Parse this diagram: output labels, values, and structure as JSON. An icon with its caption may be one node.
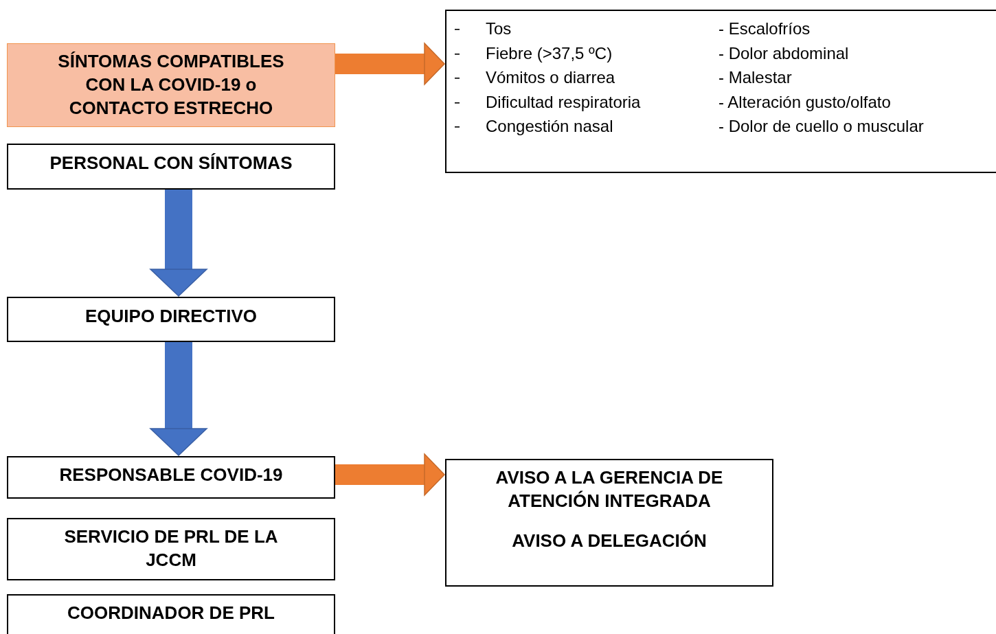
{
  "diagram": {
    "nodes": [
      {
        "text": [
          "SÍNTOMAS COMPATIBLES CON LA COVID-19 o CONTACTO ESTRECHO"
        ]
      },
      {
        "text": [
          "Tos",
          "Fiebre (>37,5 ºC)",
          "Vómitos o diarrea",
          "Dificultad respiratoria",
          "Congestión nasal",
          "- Escalofríos",
          "- Dolor abdominal",
          "- Malestar",
          "- Alteración gusto/olfato",
          "- Dolor de cuello o muscular"
        ]
      },
      {
        "text": [
          "PERSONAL CON SÍNTOMAS"
        ]
      },
      {
        "text": [
          "EQUIPO DIRECTIVO"
        ]
      },
      {
        "text": [
          "RESPONSABLE COVID-19"
        ]
      },
      {
        "text": [
          "SERVICIO DE PRL DE LA JCCM"
        ]
      },
      {
        "text": [
          "COORDINADOR DE PRL"
        ]
      },
      {
        "text": [
          "AVISO A LA GERENCIA DE ATENCIÓN INTEGRADA",
          "AVISO A DELEGACIÓN"
        ]
      }
    ],
    "edges": [
      {
        "from": 0,
        "to": 1,
        "arrow": "to",
        "color": "#ed7d31"
      },
      {
        "from": 2,
        "to": 3,
        "arrow": "to",
        "color": "#4472c4"
      },
      {
        "from": 3,
        "to": 4,
        "arrow": "to",
        "color": "#4472c4"
      },
      {
        "from": 4,
        "to": 7,
        "arrow": "to",
        "color": "#ed7d31"
      }
    ]
  }
}
